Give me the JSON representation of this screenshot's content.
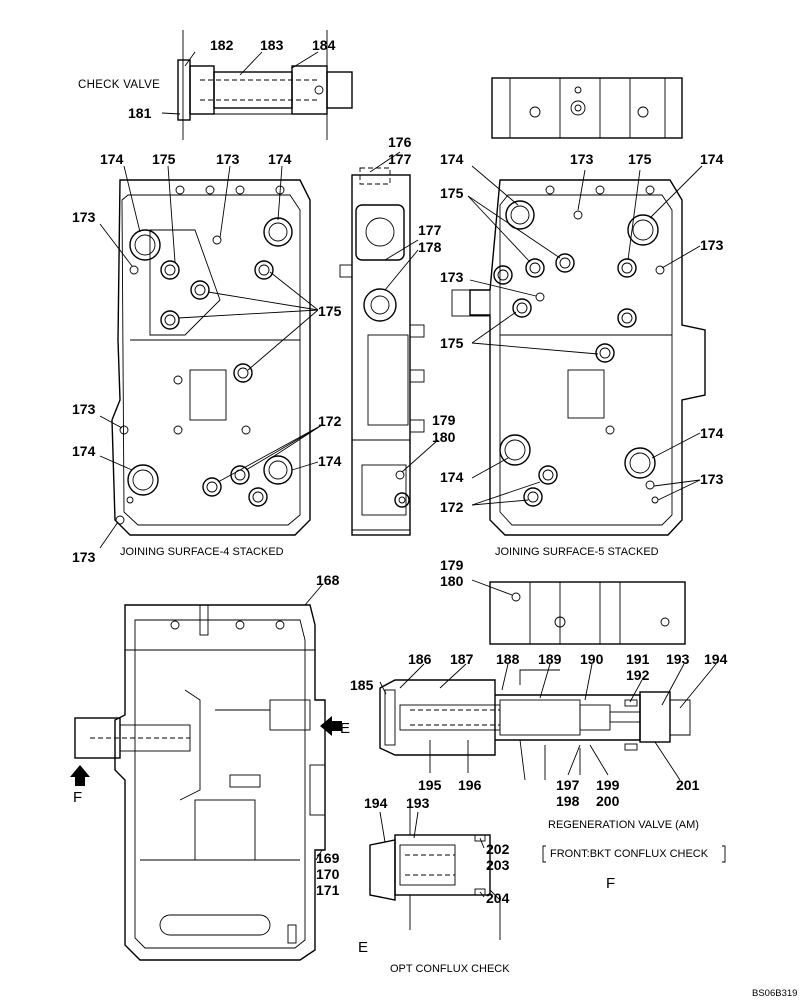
{
  "captions": {
    "check_valve": "CHECK VALVE",
    "joining_4": "JOINING SURFACE-4 STACKED",
    "joining_5": "JOINING SURFACE-5 STACKED",
    "regeneration": "REGENERATION VALVE (AM)",
    "bkt_conflux": "FRONT:BKT CONFLUX CHECK",
    "opt_conflux": "OPT CONFLUX CHECK",
    "view_e": "E",
    "view_f": "F",
    "view_f2": "F",
    "view_e2": "E",
    "drawing_code": "BS06B319"
  },
  "labels": [
    {
      "id": "l182",
      "text": "182"
    },
    {
      "id": "l183",
      "text": "183"
    },
    {
      "id": "l184",
      "text": "184"
    },
    {
      "id": "l181",
      "text": "181"
    },
    {
      "id": "l176",
      "text": "176"
    },
    {
      "id": "l177a",
      "text": "177"
    },
    {
      "id": "l177b",
      "text": "177"
    },
    {
      "id": "l178",
      "text": "178"
    },
    {
      "id": "l179a",
      "text": "179"
    },
    {
      "id": "l180a",
      "text": "180"
    },
    {
      "id": "lA174a",
      "text": "174"
    },
    {
      "id": "lA175a",
      "text": "175"
    },
    {
      "id": "lA173a",
      "text": "173"
    },
    {
      "id": "lA174b",
      "text": "174"
    },
    {
      "id": "lA173b",
      "text": "173"
    },
    {
      "id": "lA175b",
      "text": "175"
    },
    {
      "id": "lA173c",
      "text": "173"
    },
    {
      "id": "lA172",
      "text": "172"
    },
    {
      "id": "lA174c",
      "text": "174"
    },
    {
      "id": "lA174d",
      "text": "174"
    },
    {
      "id": "lA173d",
      "text": "173"
    },
    {
      "id": "lB174a",
      "text": "174"
    },
    {
      "id": "lB173a",
      "text": "173"
    },
    {
      "id": "lB175a",
      "text": "175"
    },
    {
      "id": "lB174b",
      "text": "174"
    },
    {
      "id": "lB175b",
      "text": "175"
    },
    {
      "id": "lB173b",
      "text": "173"
    },
    {
      "id": "lB173c",
      "text": "173"
    },
    {
      "id": "lB175c",
      "text": "175"
    },
    {
      "id": "lB174c",
      "text": "174"
    },
    {
      "id": "lB174d",
      "text": "174"
    },
    {
      "id": "lB173d",
      "text": "173"
    },
    {
      "id": "lB172",
      "text": "172"
    },
    {
      "id": "l179b",
      "text": "179"
    },
    {
      "id": "l180b",
      "text": "180"
    },
    {
      "id": "l168",
      "text": "168"
    },
    {
      "id": "l169",
      "text": "169"
    },
    {
      "id": "l170",
      "text": "170"
    },
    {
      "id": "l171",
      "text": "171"
    },
    {
      "id": "l185",
      "text": "185"
    },
    {
      "id": "l186",
      "text": "186"
    },
    {
      "id": "l187",
      "text": "187"
    },
    {
      "id": "l188",
      "text": "188"
    },
    {
      "id": "l189",
      "text": "189"
    },
    {
      "id": "l190",
      "text": "190"
    },
    {
      "id": "l191",
      "text": "191"
    },
    {
      "id": "l192",
      "text": "192"
    },
    {
      "id": "l193a",
      "text": "193"
    },
    {
      "id": "l194a",
      "text": "194"
    },
    {
      "id": "l195",
      "text": "195"
    },
    {
      "id": "l196",
      "text": "196"
    },
    {
      "id": "l197",
      "text": "197"
    },
    {
      "id": "l198",
      "text": "198"
    },
    {
      "id": "l199",
      "text": "199"
    },
    {
      "id": "l200",
      "text": "200"
    },
    {
      "id": "l201",
      "text": "201"
    },
    {
      "id": "l194b",
      "text": "194"
    },
    {
      "id": "l193b",
      "text": "193"
    },
    {
      "id": "l202",
      "text": "202"
    },
    {
      "id": "l203",
      "text": "203"
    },
    {
      "id": "l204",
      "text": "204"
    }
  ]
}
